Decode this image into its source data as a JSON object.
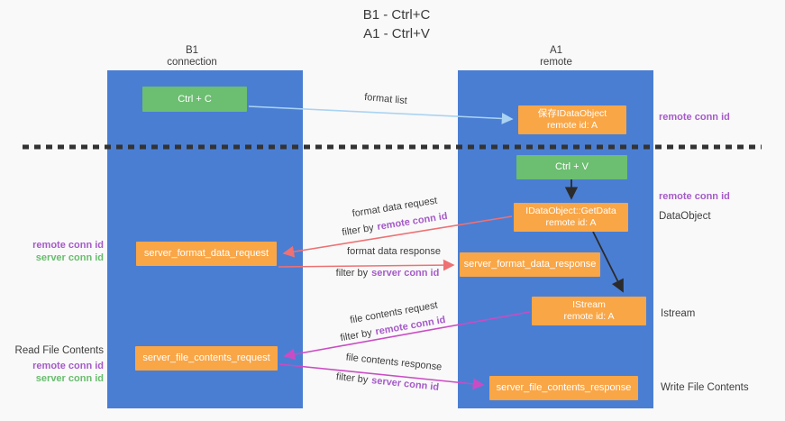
{
  "title": {
    "line1": "B1 - Ctrl+C",
    "line2": "A1 - Ctrl+V"
  },
  "columns": {
    "left": {
      "name": "B1",
      "role": "connection"
    },
    "right": {
      "name": "A1",
      "role": "remote"
    }
  },
  "boxes": {
    "ctrl_c": {
      "label": "Ctrl + C"
    },
    "save_dataobject": {
      "line1": "保存IDataObject",
      "line2": "remote id: A"
    },
    "ctrl_v": {
      "label": "Ctrl + V"
    },
    "getdata": {
      "line1": "IDataObject::GetData",
      "line2": "remote id: A"
    },
    "format_request": {
      "label": "server_format_data_request"
    },
    "format_response": {
      "label": "server_format_data_response"
    },
    "istream": {
      "line1": "IStream",
      "line2": "remote id: A"
    },
    "file_request": {
      "label": "server_file_contents_request"
    },
    "file_response": {
      "label": "server_file_contents_response"
    }
  },
  "annotations": {
    "format_list": "format list",
    "format_data_request": "format data request",
    "format_data_response": "format data response",
    "file_contents_request": "file contents request",
    "file_contents_response": "file contents response",
    "filter_by": "filter by",
    "remote_conn_id": "remote conn id",
    "server_conn_id": "server conn id"
  },
  "side_labels": {
    "right_remote_conn_id_top": "remote conn id",
    "right_remote_conn_id_mid": "remote conn id",
    "dataobject": "DataObject",
    "istream": "Istream",
    "write_file_contents": "Write File Contents",
    "left_remote_conn_id_top": "remote conn id",
    "left_server_conn_id_top": "server conn id",
    "read_file_contents": "Read File Contents",
    "left_remote_conn_id_bottom": "remote conn id",
    "left_server_conn_id_bottom": "server conn id"
  },
  "colors": {
    "column_blue": "#4a7ed3",
    "box_green": "#6cbe70",
    "box_orange": "#f9a647",
    "arrow_light_blue": "#a9d3f2",
    "arrow_salmon": "#ee7173",
    "arrow_magenta": "#ca4cc4",
    "arrow_black": "#2b2b2b",
    "text_purple": "#a55bc8",
    "text_green": "#68bd6d",
    "dashed_line": "#333333"
  }
}
